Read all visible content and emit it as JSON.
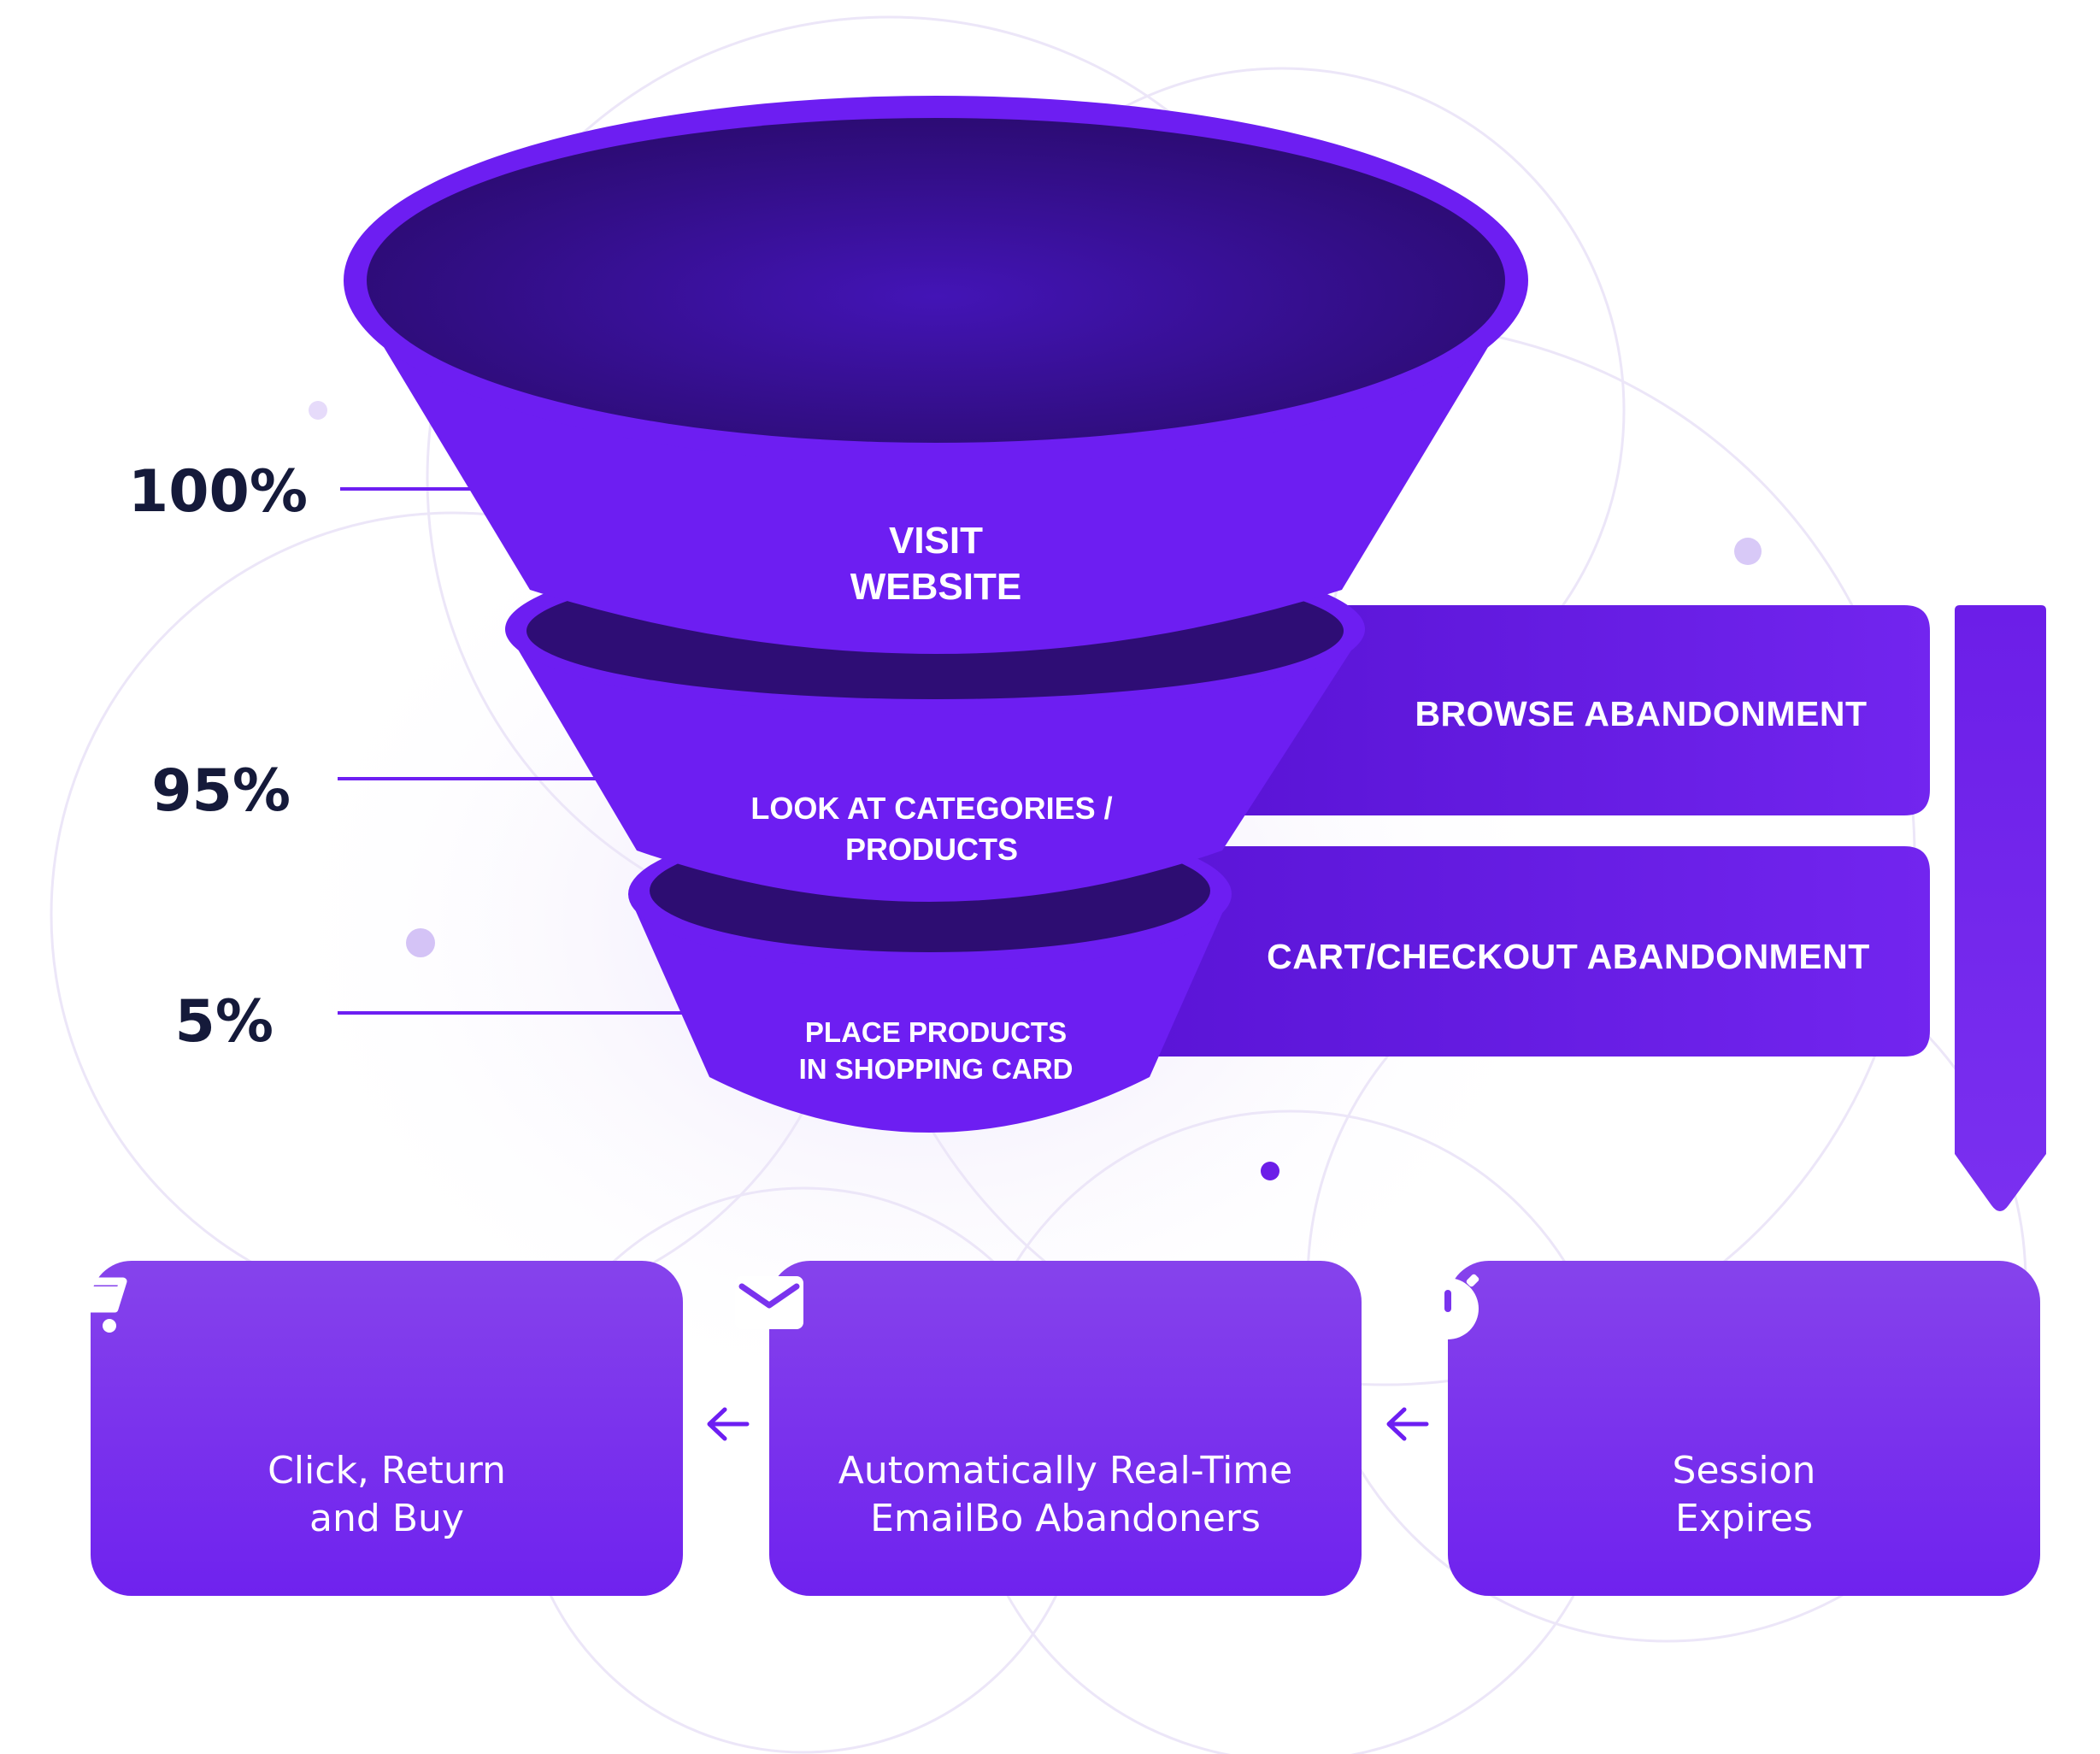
{
  "colors": {
    "purple": "#6d1ef2",
    "purple_dark": "#2c0c6f",
    "band_fill": "#6b1ce8",
    "card_top": "#8643ec",
    "card_bottom": "#6f22ee",
    "text_dark": "#151a3a",
    "decor_dot": "#d6c7f7"
  },
  "funnel": {
    "stages": [
      {
        "label_line1": "VISIT",
        "label_line2": "WEBSITE",
        "percent": "100%"
      },
      {
        "label_line1": "LOOK AT CATEGORIES /",
        "label_line2": "PRODUCTS",
        "percent": "95%"
      },
      {
        "label_line1": "PLACE PRODUCTS",
        "label_line2": "IN SHOPPING CARD",
        "percent": "5%"
      }
    ]
  },
  "abandonment": {
    "browse": "BROWSE ABANDONMENT",
    "cart": "CART/CHECKOUT ABANDONMENT"
  },
  "steps": [
    {
      "icon": "cart-icon",
      "line1": "Click, Return",
      "line2": "and Buy"
    },
    {
      "icon": "envelope-icon",
      "line1": "Automatically Real-Time",
      "line2": "EmailBo Abandoners"
    },
    {
      "icon": "stopwatch-icon",
      "line1": "Session",
      "line2": "Expires"
    }
  ]
}
